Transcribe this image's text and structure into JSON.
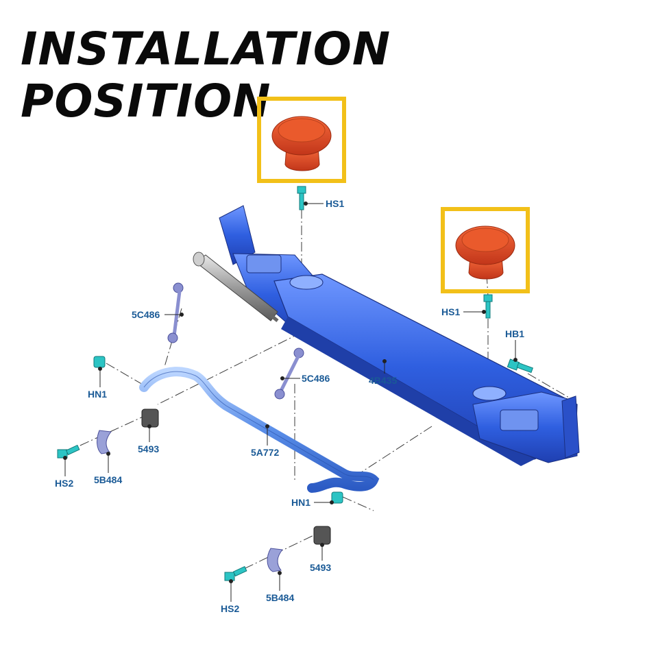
{
  "title": {
    "line1": "INSTALLATION",
    "line2": "POSITION"
  },
  "highlight_color": "#f2c019",
  "part_color": "#e14f22",
  "frame_color": "#2f63e0",
  "labels": {
    "hs1_top": "HS1",
    "hs1_right": "HS1",
    "hb1": "HB1",
    "c486_left": "5C486",
    "c486_center": "5C486",
    "b435": "4B435",
    "hn1_left": "HN1",
    "n5493_left": "5493",
    "a772": "5A772",
    "hs2_left": "HS2",
    "b484_left": "5B484",
    "hn1_center": "HN1",
    "n5493_bottom": "5493",
    "hs2_bottom": "HS2",
    "b484_bottom": "5B484"
  }
}
